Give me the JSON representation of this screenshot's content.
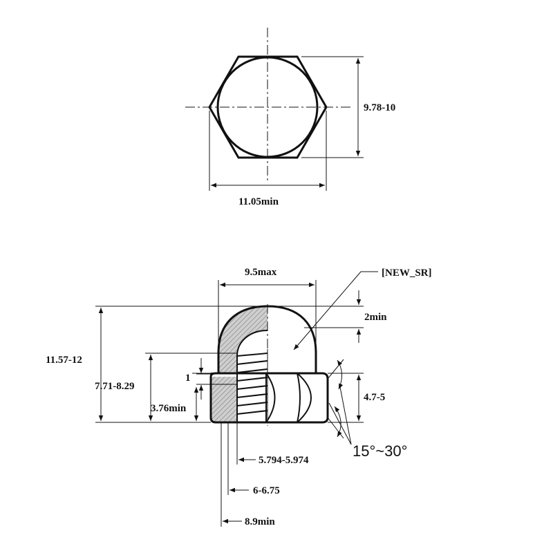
{
  "top_view": {
    "dim_flats": "9.78-10",
    "dim_corners": "11.05min"
  },
  "side_view": {
    "dim_dome_width": "9.5max",
    "note": "[NEW_SR]",
    "dim_dome_top": "2min",
    "dim_overall_height": "11.57-12",
    "dim_thread_height": "7.71-8.29",
    "dim_pitch": "1",
    "dim_hex_base": "3.76min",
    "dim_hex_height": "4.7-5",
    "dim_angle": "15°~30°",
    "dim_minor_dia": "5.794-5.974",
    "dim_major_dia": "6-6.75",
    "dim_bearing_dia": "8.9min"
  }
}
